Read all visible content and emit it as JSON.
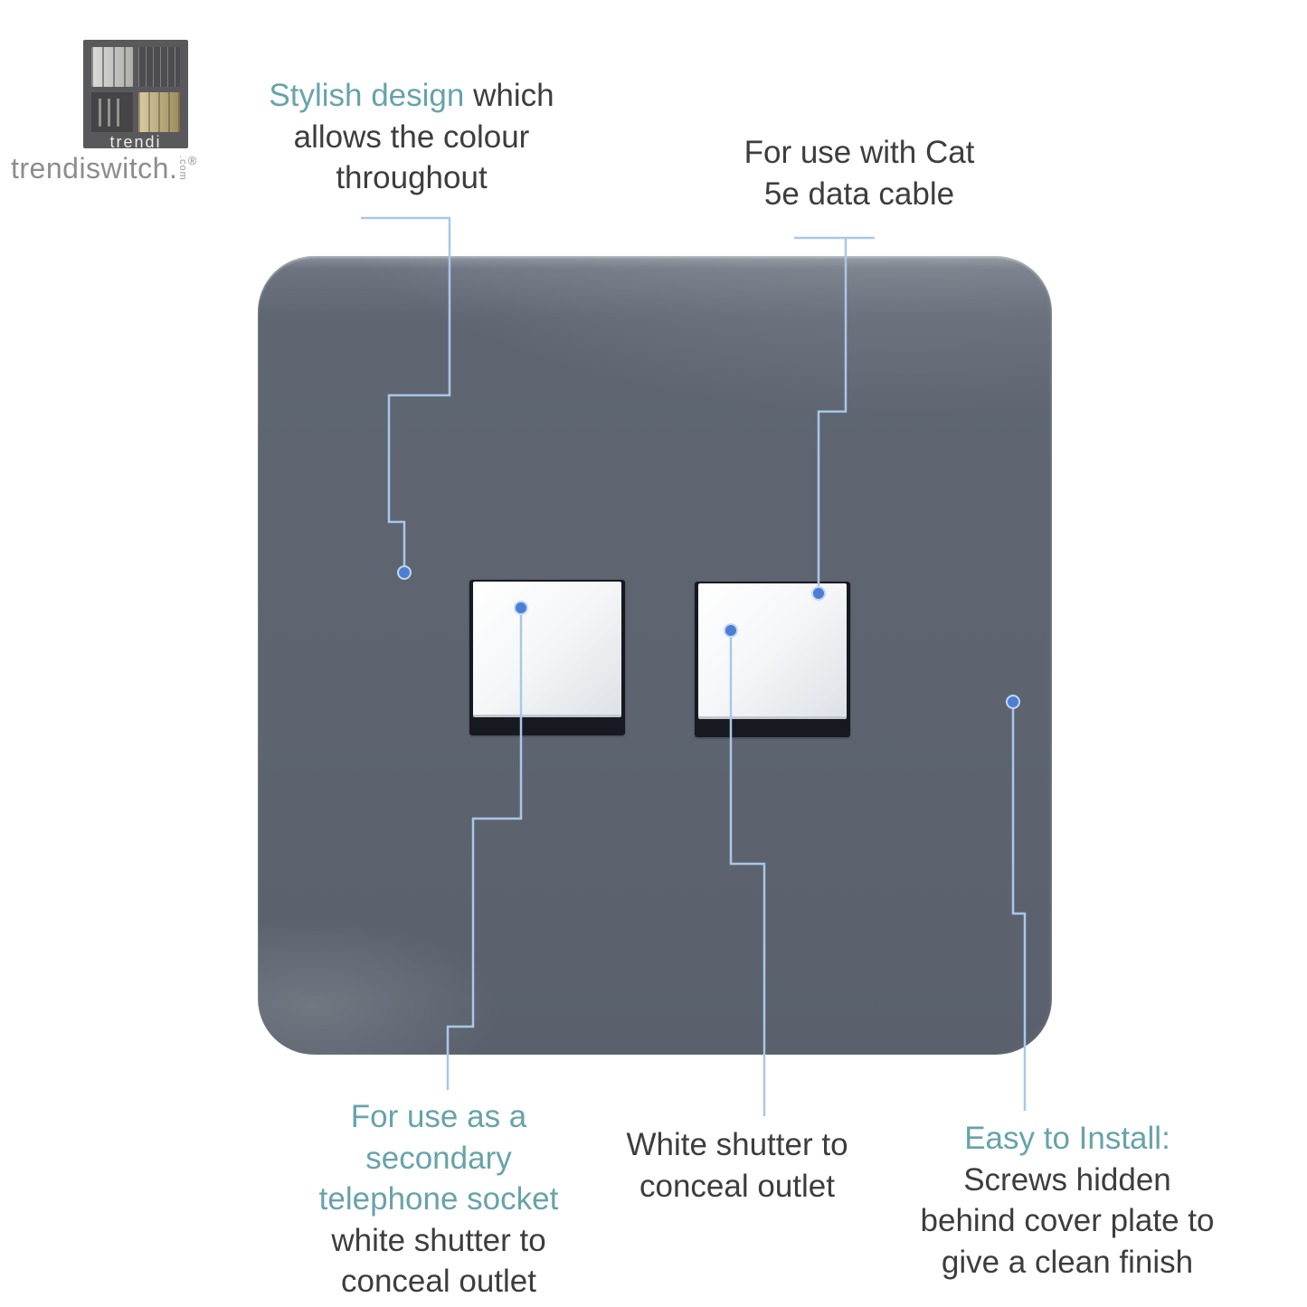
{
  "brand": {
    "logo_word": "trendi",
    "name": "trendiswitch",
    "period": ".",
    "com": ".com",
    "registered": "®"
  },
  "annotations": {
    "stylish_design": {
      "highlight": "Stylish design",
      "line1_rest": " which",
      "lines_rest": [
        "allows the colour",
        "throughout"
      ]
    },
    "cat5e": {
      "lines": [
        "For use with Cat",
        "5e data cable"
      ]
    },
    "secondary_socket": {
      "highlight_lines": [
        "For use as a",
        "secondary",
        "telephone socket"
      ],
      "lines": [
        "white shutter to",
        "conceal outlet"
      ]
    },
    "white_shutter": {
      "lines": [
        "White shutter to",
        "conceal outlet"
      ]
    },
    "easy_install": {
      "highlight": "Easy to Install:",
      "lines": [
        "Screws hidden",
        "behind cover plate to",
        "give a clean finish"
      ]
    }
  },
  "colors": {
    "plate_grey": "#5d6470",
    "accent_teal": "#67a3aa",
    "callout_line": "#a9c7e8",
    "callout_dot": "#4c7fd3",
    "text_dark": "#3d3d3d"
  }
}
